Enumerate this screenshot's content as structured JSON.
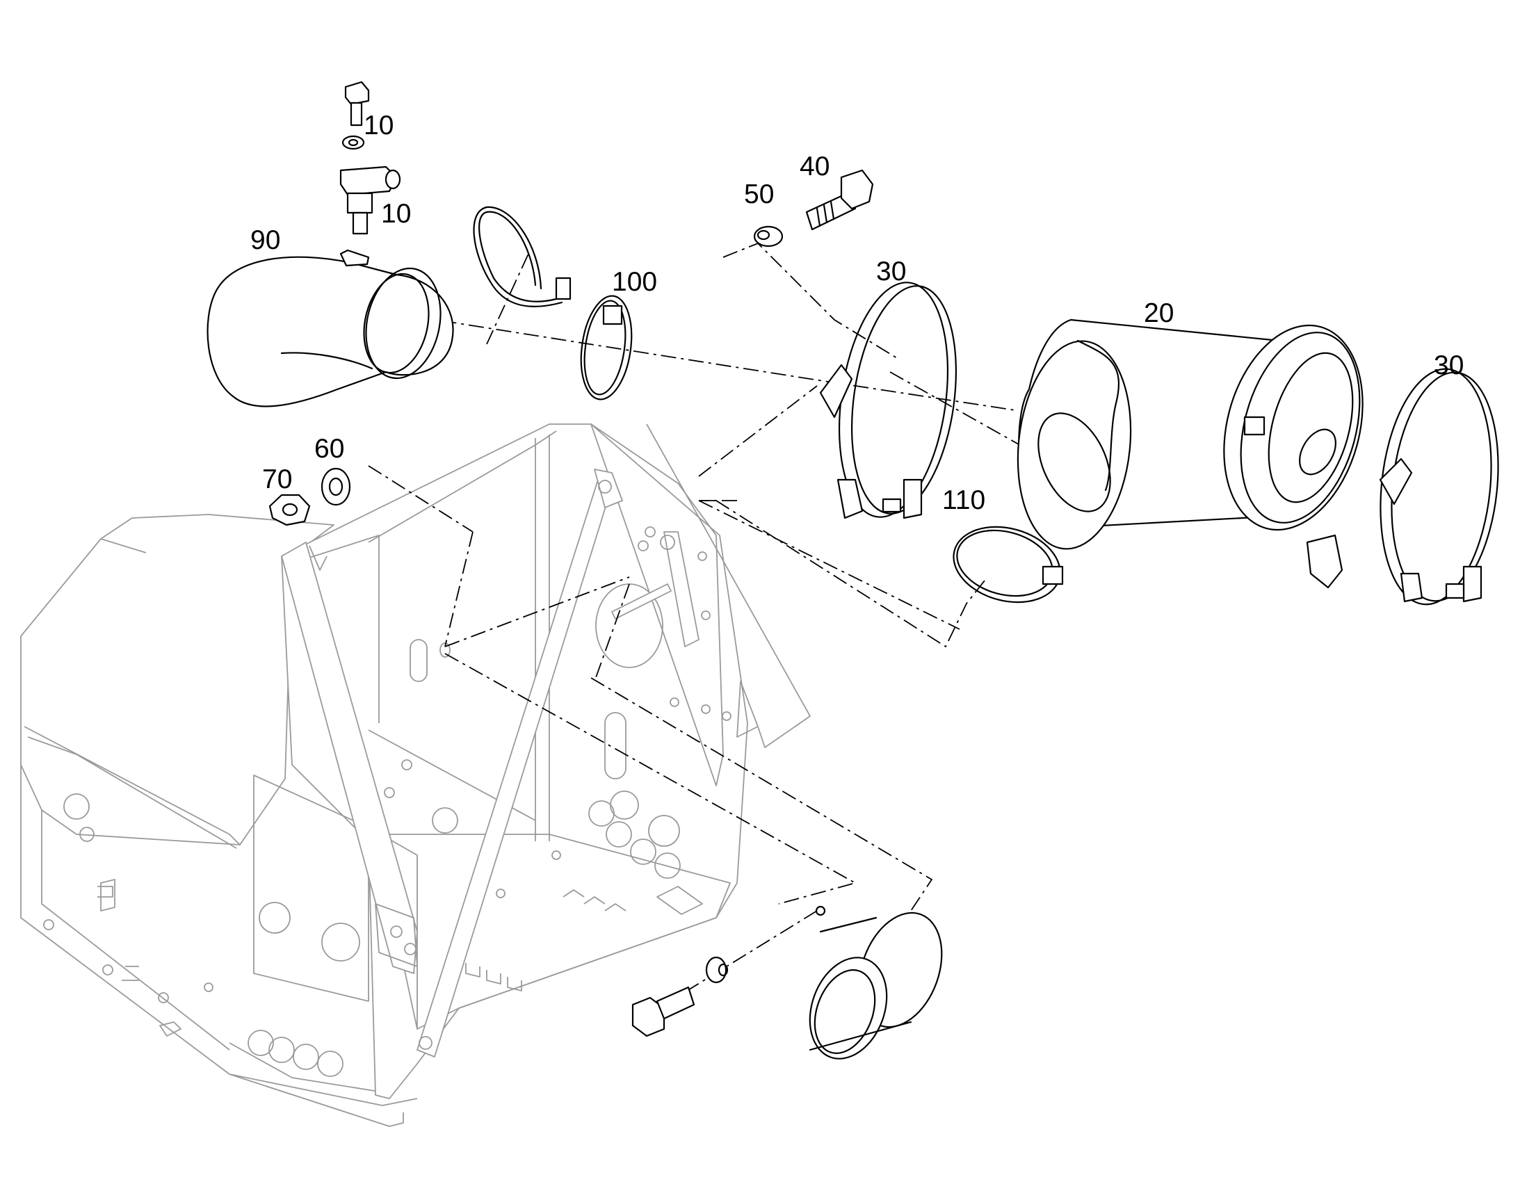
{
  "diagram": {
    "callouts": [
      {
        "key": "bolt_top",
        "label": "10"
      },
      {
        "key": "sensor",
        "label": "10"
      },
      {
        "key": "intake_cover",
        "label": "90"
      },
      {
        "key": "clamp_small_a",
        "label": "100"
      },
      {
        "key": "washer_a",
        "label": "50"
      },
      {
        "key": "bolt_a",
        "label": "40"
      },
      {
        "key": "band_left",
        "label": "30"
      },
      {
        "key": "filter_housing",
        "label": "20"
      },
      {
        "key": "band_right",
        "label": "30"
      },
      {
        "key": "clamp_small_b",
        "label": "110"
      },
      {
        "key": "washer_b",
        "label": "60"
      },
      {
        "key": "nut",
        "label": "70"
      }
    ]
  }
}
